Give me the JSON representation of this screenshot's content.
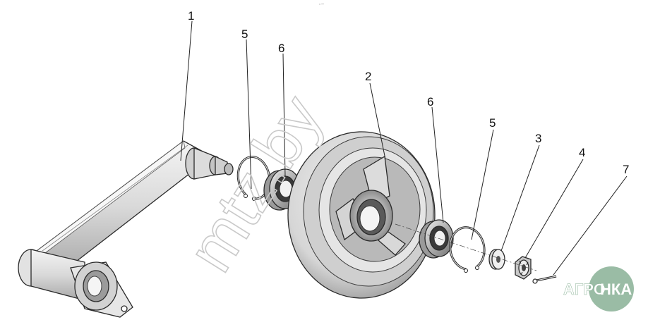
{
  "diagram": {
    "labels": {
      "l1": "1",
      "l2": "2",
      "l3": "3",
      "l4": "4",
      "l5a": "5",
      "l5b": "5",
      "l6a": "6",
      "l6b": "6",
      "l7": "7"
    },
    "watermark": "mtz.by",
    "corner_note": "° ''''"
  },
  "logo": {
    "text_left": "АГРО",
    "text_right": "НКА",
    "color": "#8fb59b"
  }
}
